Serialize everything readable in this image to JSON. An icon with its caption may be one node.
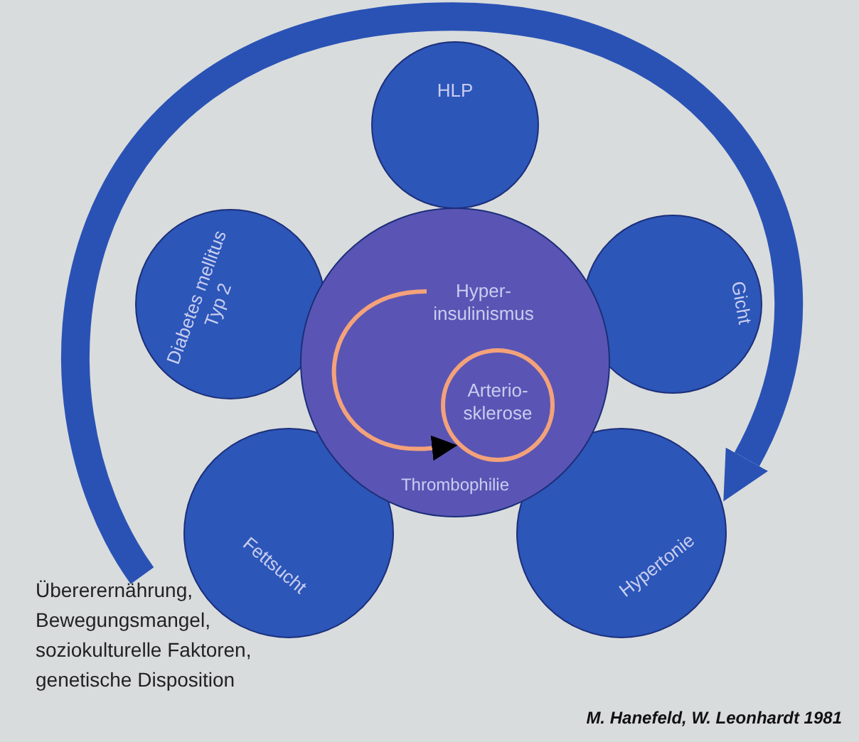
{
  "diagram": {
    "caption": "M. Hanefeld, W. Leonhardt 1981",
    "nodes": [
      {
        "text": [
          "Übererernährung, Bewegungsmangel, soziokulturelle Faktoren, genetische Disposition"
        ]
      },
      {
        "text": [
          "HLP"
        ]
      },
      {
        "text": [
          "Gicht"
        ]
      },
      {
        "text": [
          "Hypertonie"
        ]
      },
      {
        "text": [
          "Fettsucht"
        ]
      },
      {
        "text": [
          "Diabetes mellitus Typ 2"
        ]
      },
      {
        "text": [
          "Hyper- insulinismus",
          "Thrombophilie"
        ]
      },
      {
        "text": [
          "Arterio- sklerose"
        ],
        "in": 6
      }
    ],
    "edges": [
      {
        "from": 0,
        "to": 3,
        "arrow": "to",
        "style": "thick",
        "color": "#2a52b4"
      },
      {
        "from": null,
        "to": 7,
        "arrow": "to",
        "color": "#f4a27a"
      }
    ]
  }
}
